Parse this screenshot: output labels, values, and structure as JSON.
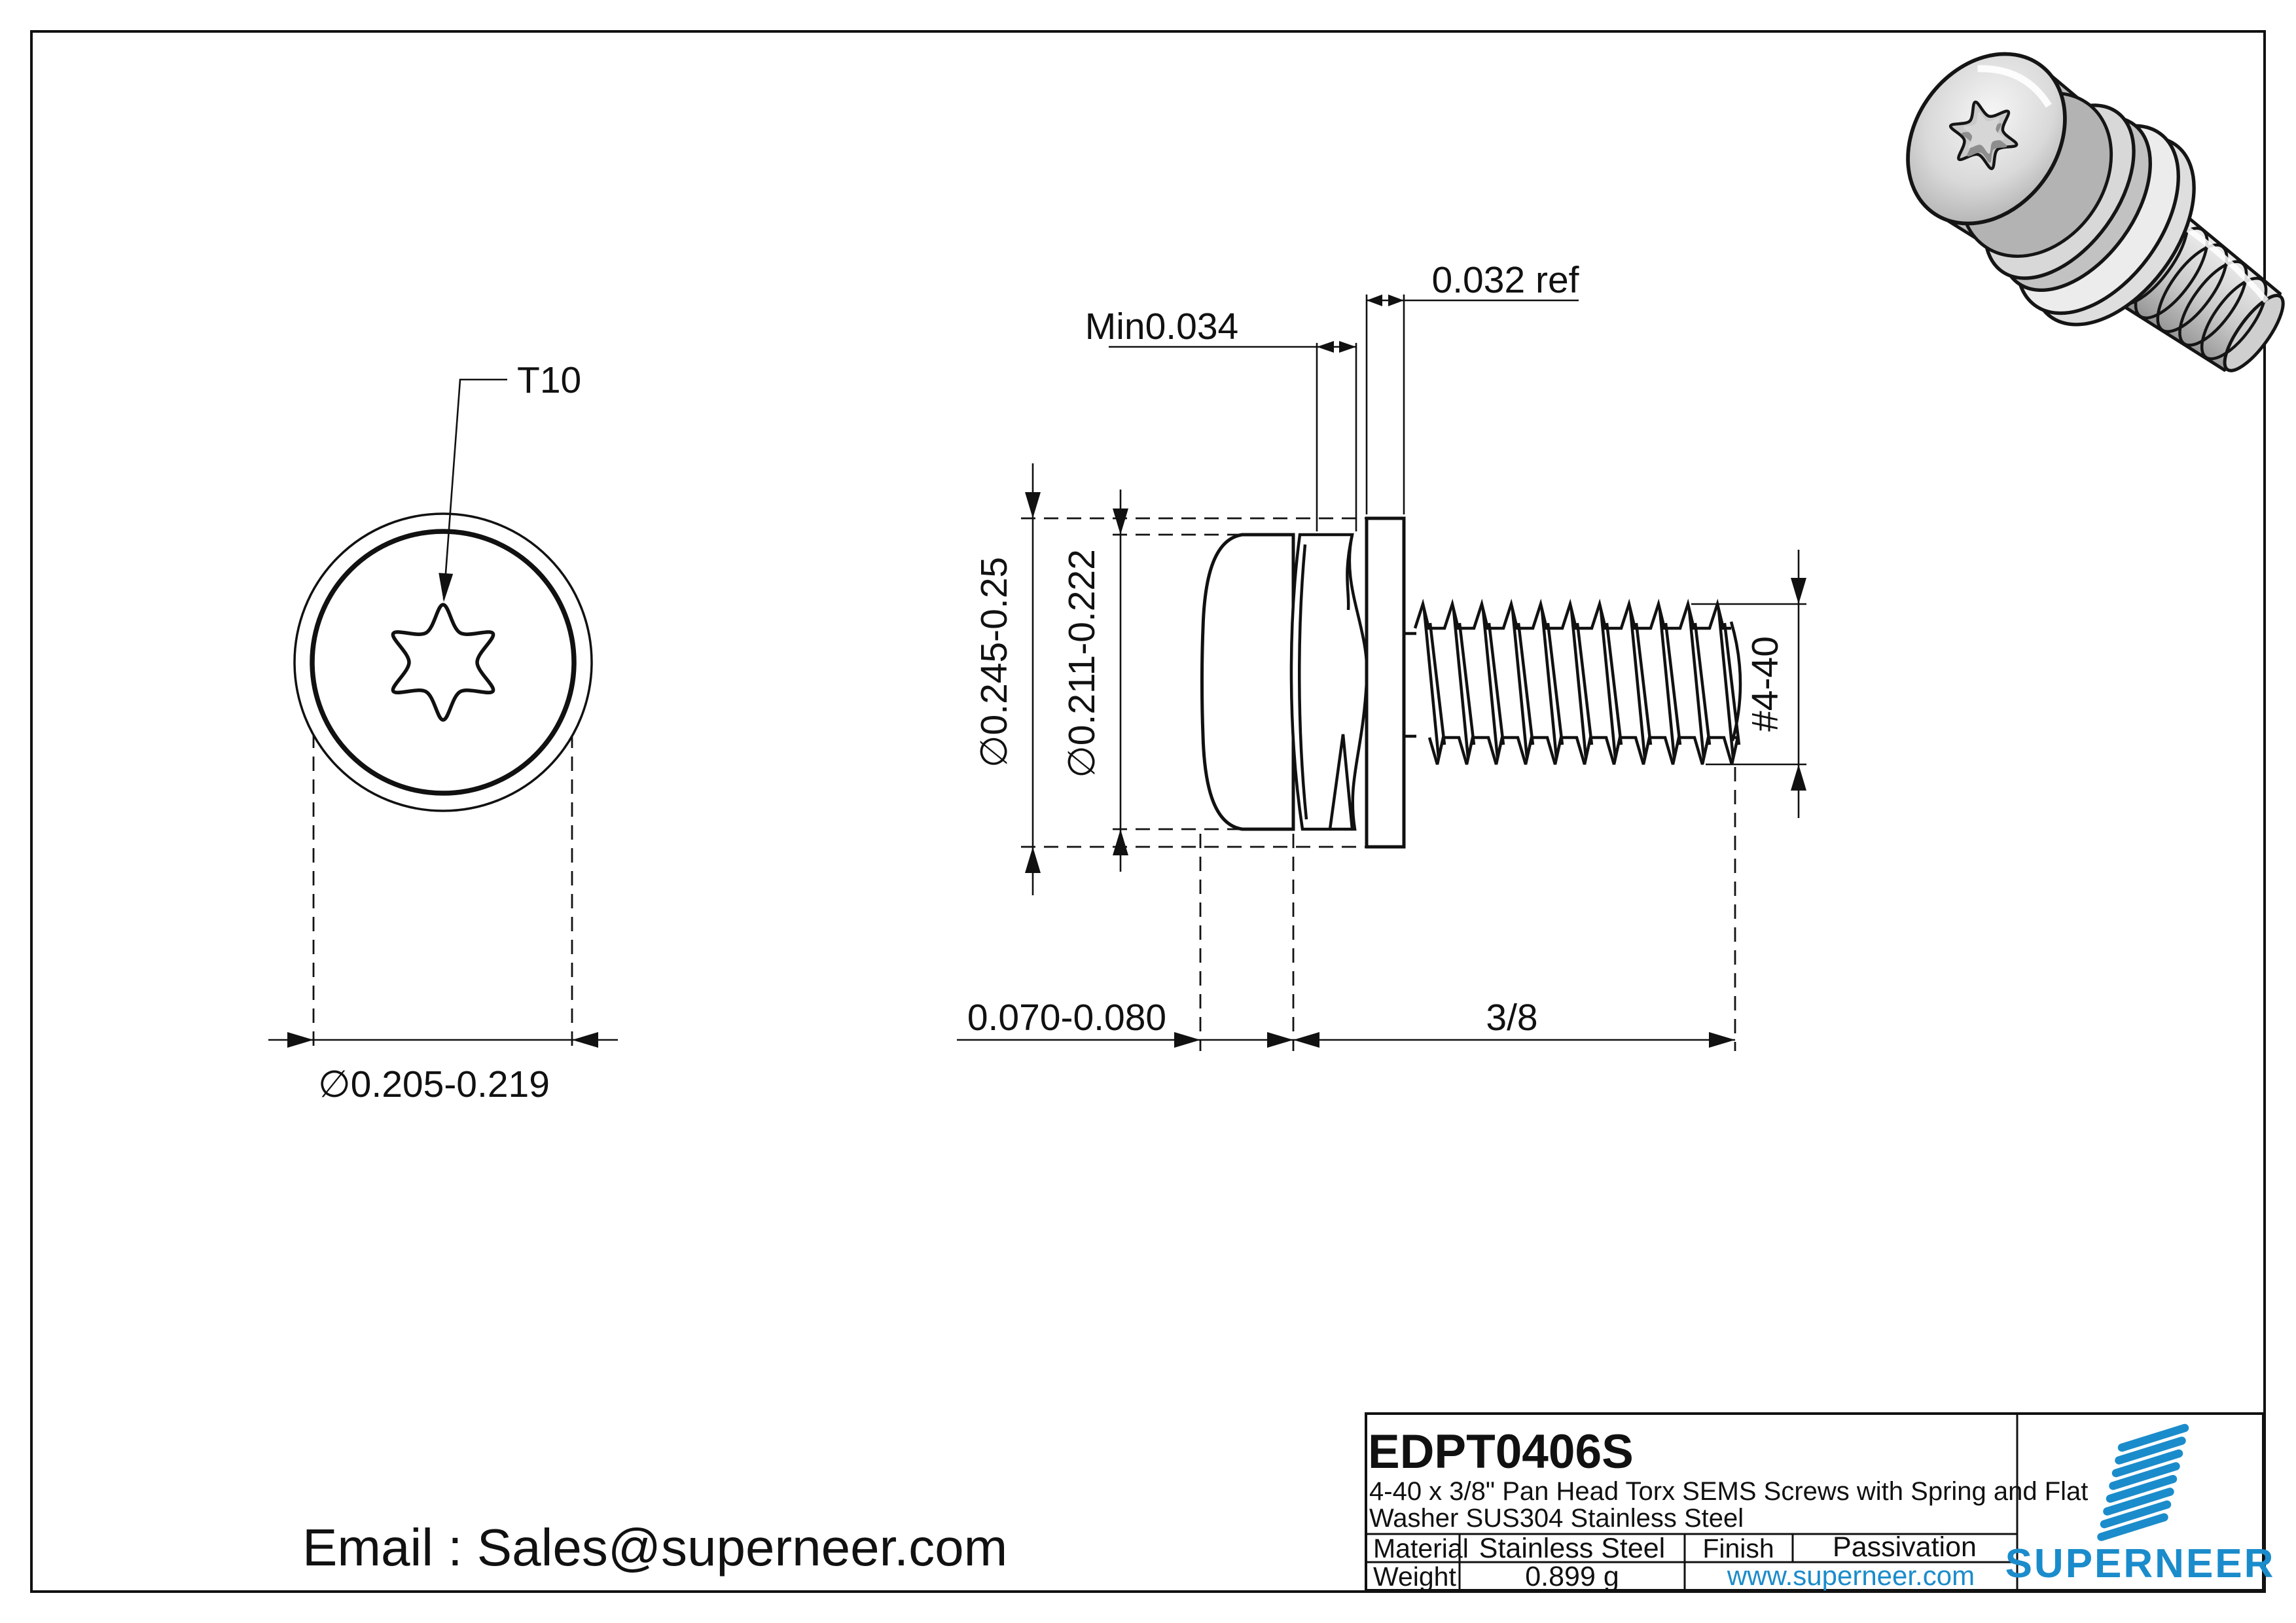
{
  "page": {
    "background": "#ffffff",
    "line_color": "#111111",
    "accent_color": "#1b8ccb"
  },
  "front_view": {
    "torx_label": "T10",
    "diameter_dim": "∅0.205-0.219"
  },
  "side_view": {
    "washer_od_dim": "∅0.245-0.25",
    "head_od_dim": "∅0.211-0.222",
    "spring_washer_dim": "Min0.034",
    "flat_washer_dim": "0.032 ref",
    "head_height_dim": "0.070-0.080",
    "thread_length_dim": "3/8",
    "thread_size_dim": "#4-40"
  },
  "contact": {
    "email": "Email : Sales@superneer.com"
  },
  "title_block": {
    "part_number": "EDPT0406S",
    "description_line1": "4-40 x 3/8\" Pan Head Torx SEMS Screws with Spring and Flat",
    "description_line2": "Washer  SUS304 Stainless Steel",
    "material_label": "Material",
    "material_value": "Stainless Steel",
    "finish_label": "Finish",
    "finish_value": "Passivation",
    "weight_label": "Weight",
    "weight_value": "0.899 g",
    "website": "www.superneer.com",
    "brand": "SUPERNEER"
  }
}
